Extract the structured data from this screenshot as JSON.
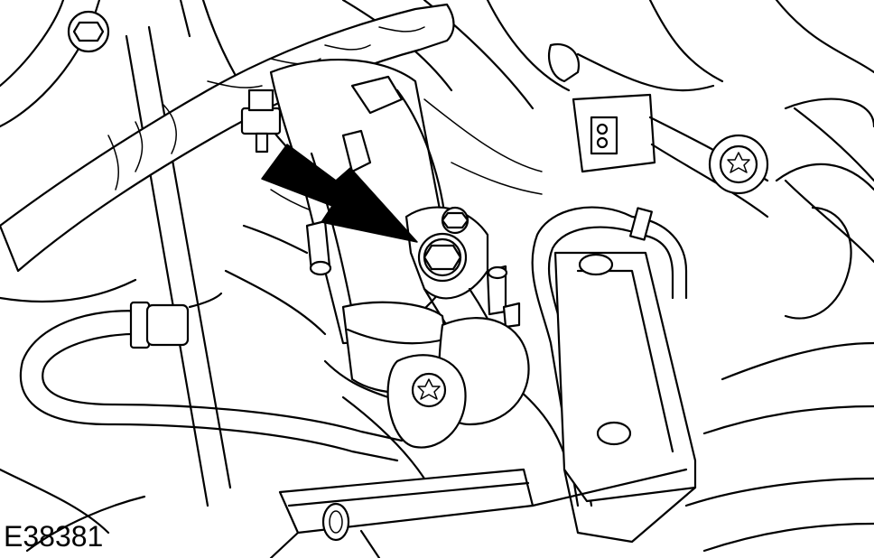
{
  "figure": {
    "reference_code": "E38381",
    "line_color": "#000000",
    "background_color": "#ffffff",
    "callout": {
      "type": "arrow",
      "icon": "solid-arrow-icon",
      "points_to": "nut"
    }
  }
}
